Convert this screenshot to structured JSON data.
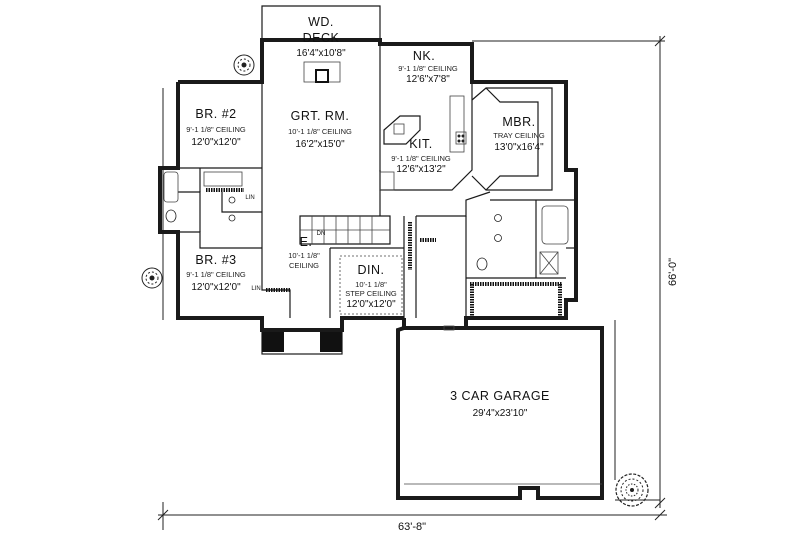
{
  "rooms": {
    "deck": {
      "name_line1": "WD.",
      "name_line2": "DECK",
      "size": "16'4\"x10'8\""
    },
    "nook": {
      "name": "NK.",
      "ceiling": "9'-1 1/8\" CEILING",
      "size": "12'6\"x7'8\""
    },
    "br2": {
      "name": "BR. #2",
      "ceiling": "9'-1 1/8\" CEILING",
      "size": "12'0\"x12'0\""
    },
    "great_room": {
      "name": "GRT. RM.",
      "ceiling": "10'-1 1/8\" CEILING",
      "size": "16'2\"x15'0\""
    },
    "kitchen": {
      "name": "KIT.",
      "ceiling": "9'-1 1/8\" CEILING",
      "size": "12'6\"x13'2\""
    },
    "master": {
      "name": "MBR.",
      "ceiling": "TRAY CEILING",
      "size": "13'0\"x16'4\""
    },
    "entry": {
      "name": "E.",
      "ceiling_line1": "10'-1 1/8\"",
      "ceiling_line2": "CEILING"
    },
    "br3": {
      "name": "BR. #3",
      "ceiling": "9'-1 1/8\" CEILING",
      "size": "12'0\"x12'0\""
    },
    "dining": {
      "name": "DIN.",
      "ceiling_line1": "10'-1 1/8\"",
      "ceiling_line2": "STEP CEILING",
      "size": "12'0\"x12'0\""
    },
    "garage": {
      "name": "3 CAR GARAGE",
      "size": "29'4\"x23'10\""
    }
  },
  "labels": {
    "stair_dn": "DN",
    "linen_1": "LIN",
    "linen_2": "LIN"
  },
  "dimensions": {
    "width": "63'-8\"",
    "depth": "66'-0\""
  }
}
